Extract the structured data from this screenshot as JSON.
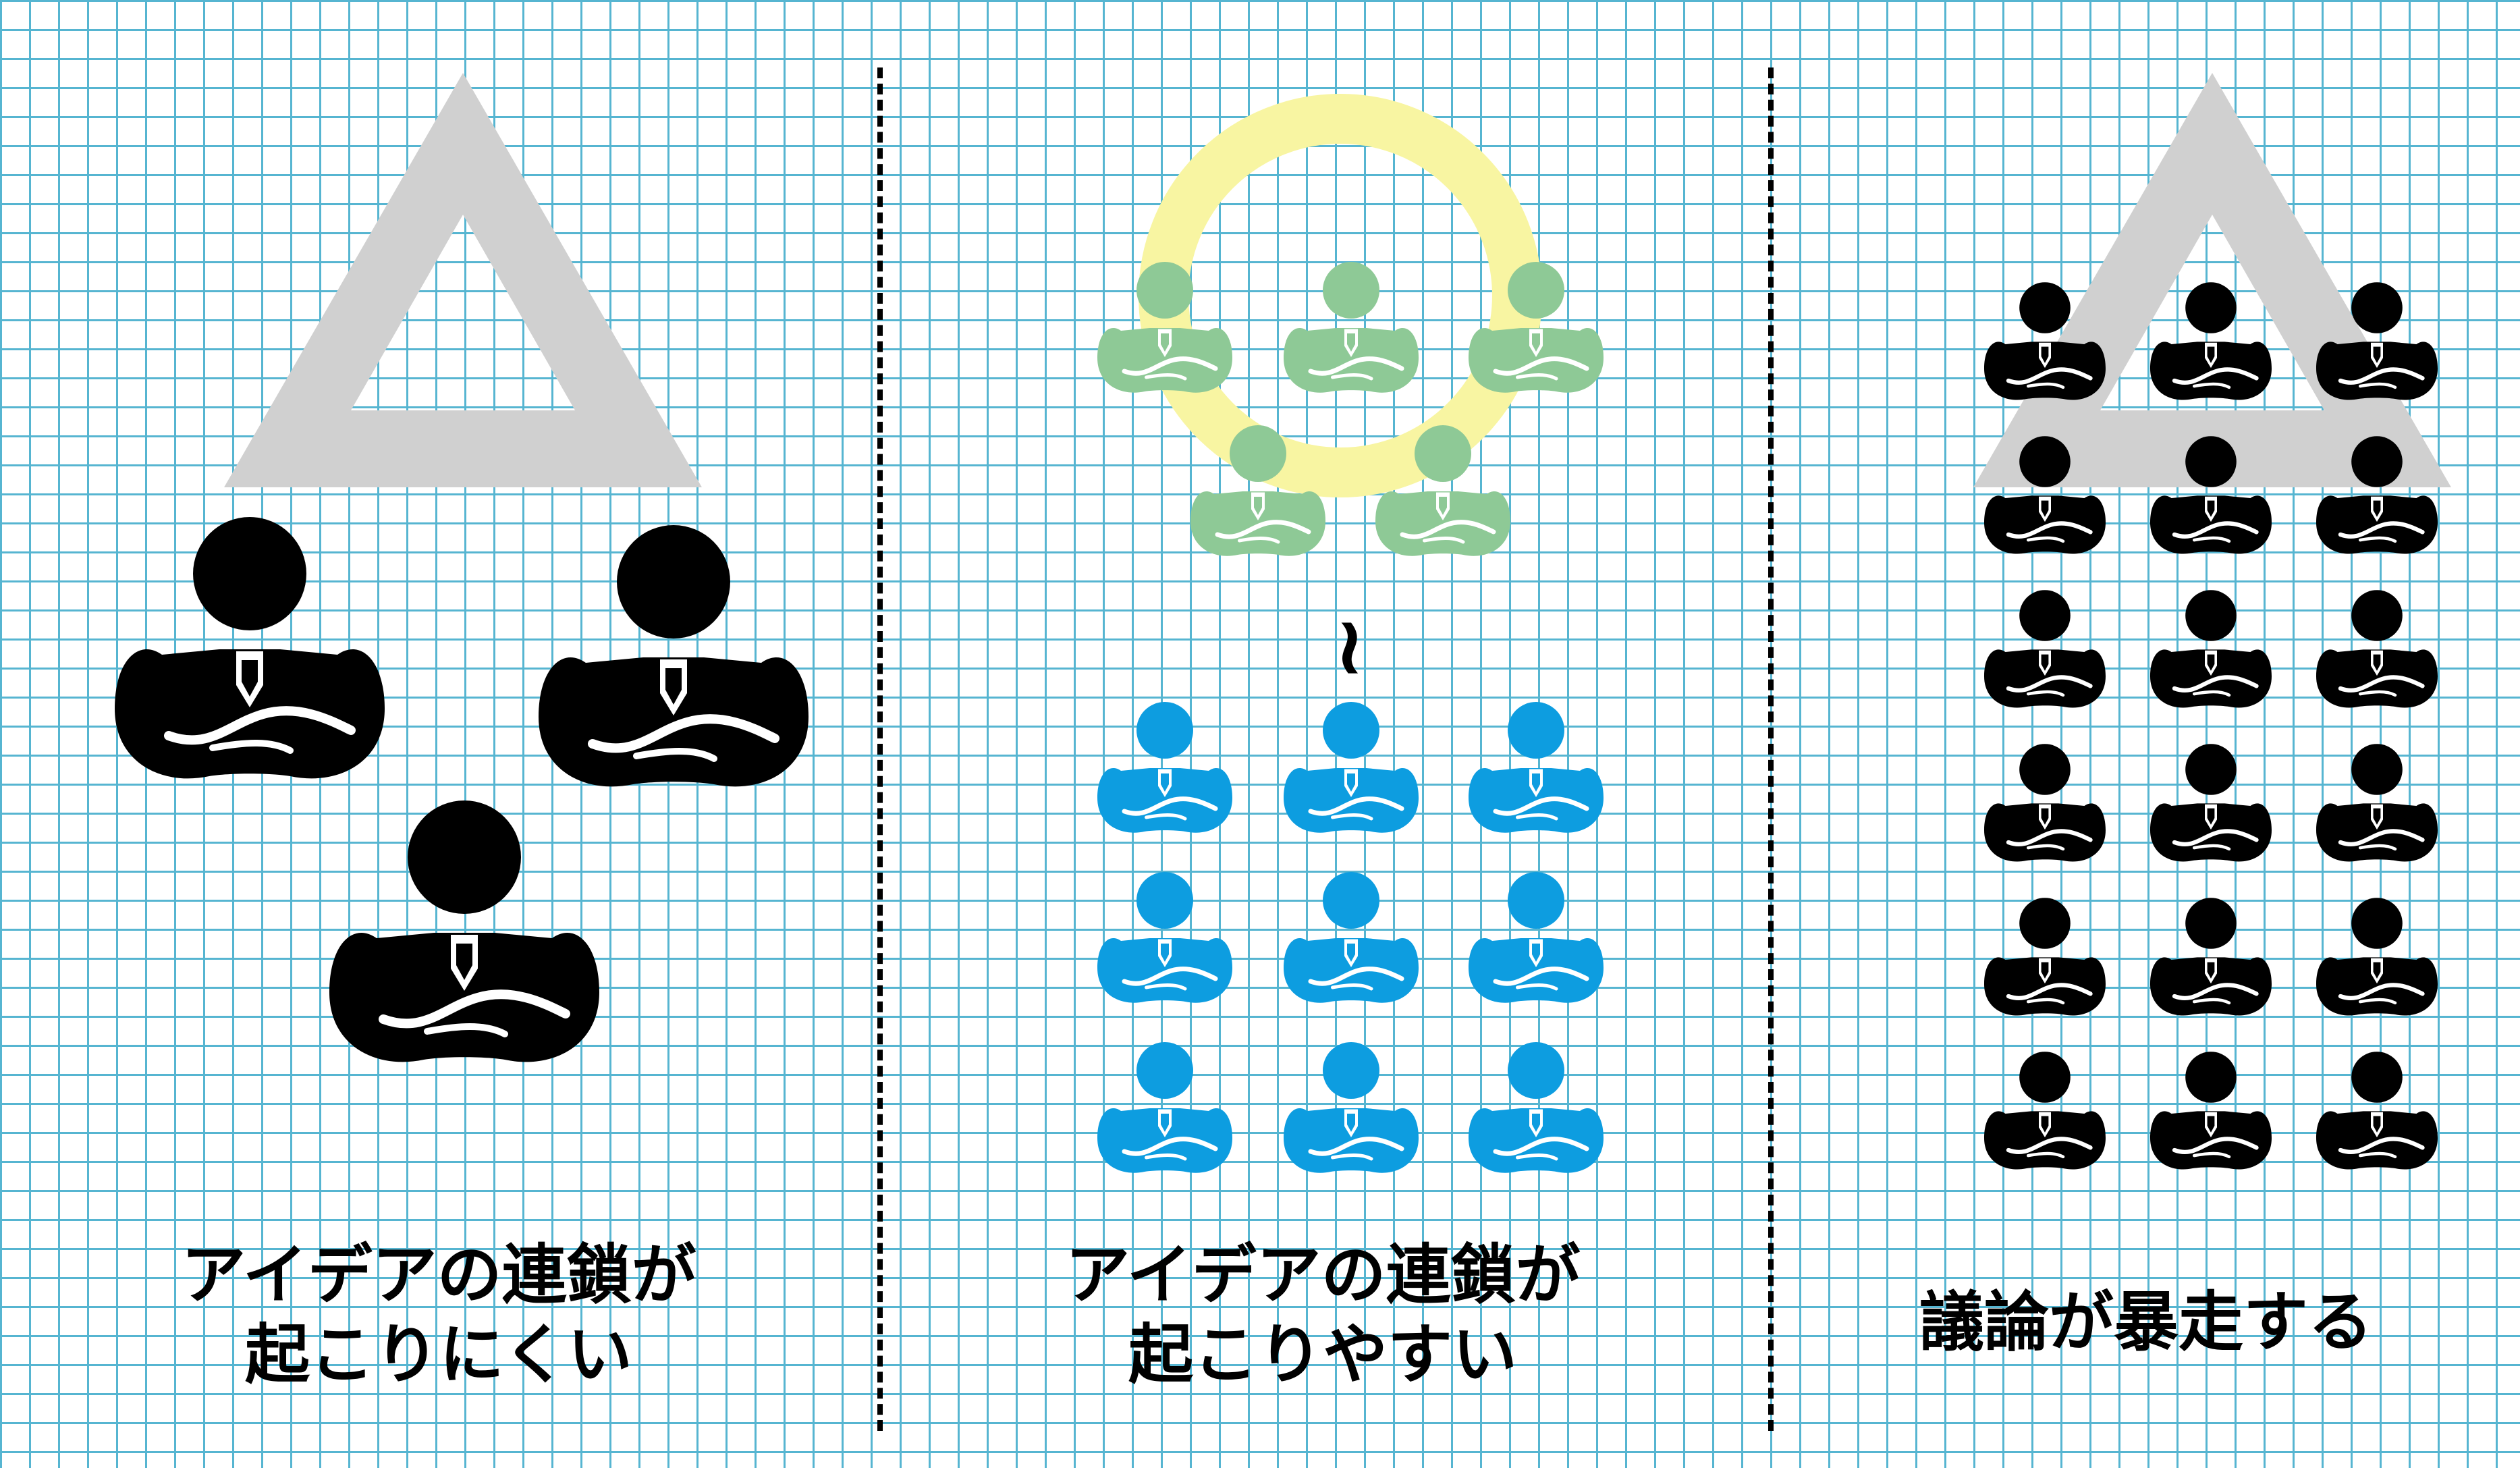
{
  "panels": [
    {
      "caption": "アイデアの連鎖が\n起こりにくい",
      "mark": "triangle",
      "people_color": "#000000"
    },
    {
      "caption": "アイデアの連鎖が\n起こりやすい",
      "mark": "circle",
      "group_color": "#8ec996",
      "crowd_color": "#0d9de0",
      "connector": "~"
    },
    {
      "caption": "議論が暴走する",
      "mark": "triangle",
      "people_color": "#000000"
    }
  ],
  "colors": {
    "grid": "#44aecd",
    "triangle": "#d0d0d0",
    "ring": "#f8f5a2",
    "divider": "#000000"
  },
  "icons": {
    "person": "person-icon",
    "triangle_mark": "triangle-mark-icon",
    "circle_mark": "circle-mark-icon"
  }
}
